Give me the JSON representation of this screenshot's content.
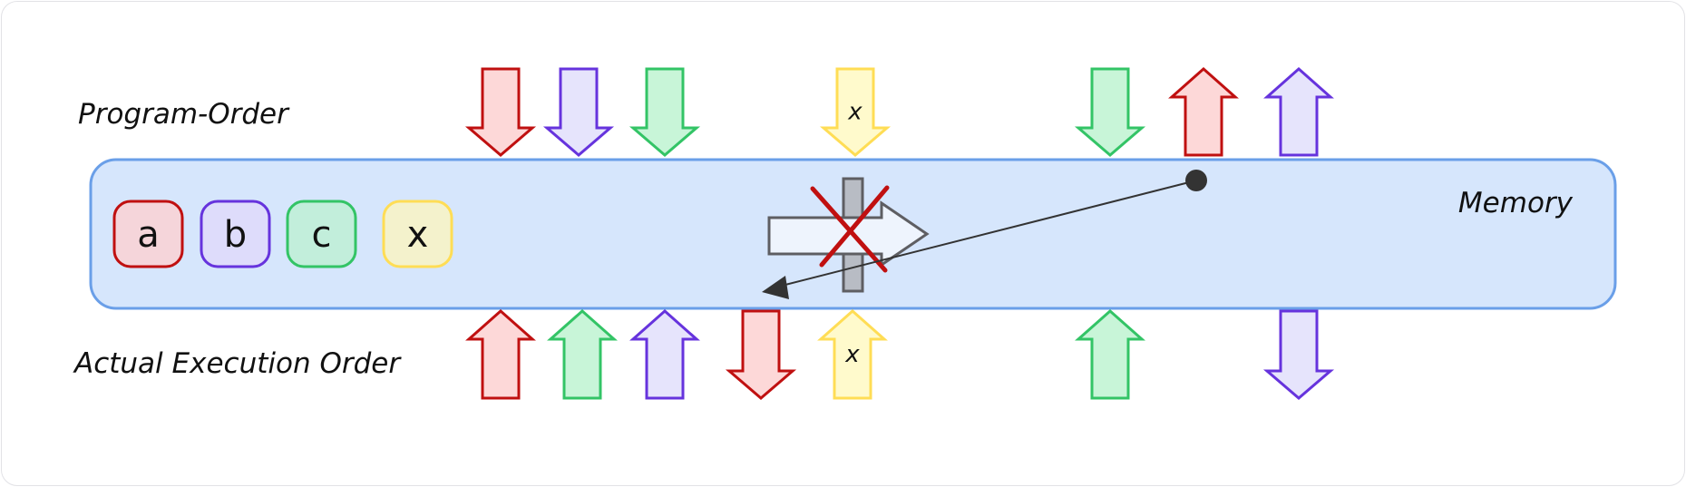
{
  "labels": {
    "program_order": "Program-Order",
    "actual_order": "Actual Execution Order",
    "memory": "Memory"
  },
  "variables": [
    {
      "name": "a",
      "stroke": "#c01010",
      "fill": "#f5d5da"
    },
    {
      "name": "b",
      "stroke": "#6633dd",
      "fill": "#dedcfb"
    },
    {
      "name": "c",
      "stroke": "#33c466",
      "fill": "#c2eedb"
    },
    {
      "name": "x",
      "stroke": "#ffdd55",
      "fill": "#f4f2cc"
    }
  ],
  "arrow_colors": {
    "a": {
      "stroke": "#c01010",
      "fill": "#fdd8d8"
    },
    "b": {
      "stroke": "#6633dd",
      "fill": "#e6e4fc"
    },
    "c": {
      "stroke": "#33c466",
      "fill": "#c8f5d8"
    },
    "x": {
      "stroke": "#ffdd55",
      "fill": "#fffacc"
    }
  },
  "program_order": [
    {
      "var": "a",
      "dir": "down",
      "label": ""
    },
    {
      "var": "b",
      "dir": "down",
      "label": ""
    },
    {
      "var": "c",
      "dir": "down",
      "label": ""
    },
    {
      "var": "x",
      "dir": "down",
      "label": "x"
    },
    {
      "var": "c",
      "dir": "down",
      "label": ""
    },
    {
      "var": "a",
      "dir": "up",
      "label": ""
    },
    {
      "var": "b",
      "dir": "up",
      "label": ""
    }
  ],
  "actual_order": [
    {
      "var": "a",
      "dir": "up",
      "label": ""
    },
    {
      "var": "c",
      "dir": "up",
      "label": ""
    },
    {
      "var": "b",
      "dir": "up",
      "label": ""
    },
    {
      "var": "a",
      "dir": "down",
      "label": ""
    },
    {
      "var": "x",
      "dir": "up",
      "label": "x"
    },
    {
      "var": "c",
      "dir": "up",
      "label": ""
    },
    {
      "var": "b",
      "dir": "down",
      "label": ""
    }
  ],
  "memory_colors": {
    "fill": "#d6e6fc",
    "stroke": "#6a9fe8"
  }
}
